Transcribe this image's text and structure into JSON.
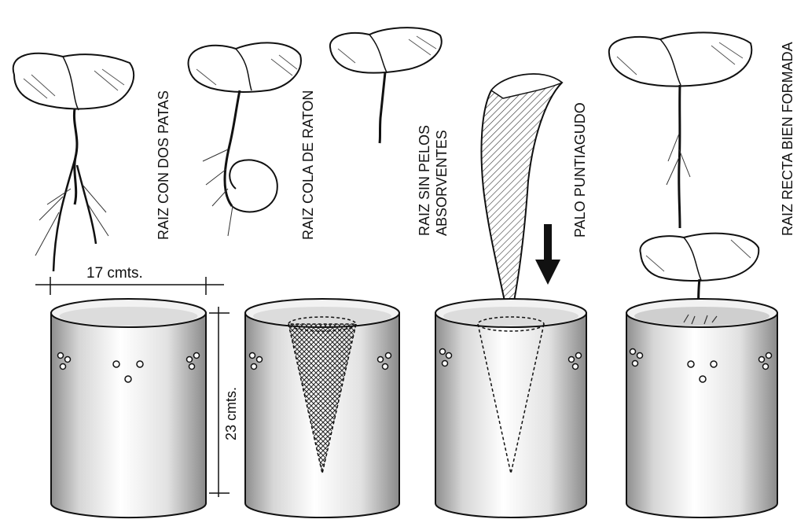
{
  "labels": {
    "two_legged_root": "RAIZ CON DOS PATAS",
    "rat_tail_root": "RAIZ COLA DE RATON",
    "no_hair_root_line1": "RAIZ SIN PELOS",
    "no_hair_root_line2": "ABSORVENTES",
    "pointed_stick": "PALO PUNTIAGUDO",
    "straight_root": "RAIZ RECTA BIEN FORMADA"
  },
  "dimensions": {
    "width": "17 cmts.",
    "height": "23 cmts."
  },
  "colors": {
    "ink": "#111111",
    "shade": "#9a9a9a",
    "paper": "#ffffff"
  }
}
